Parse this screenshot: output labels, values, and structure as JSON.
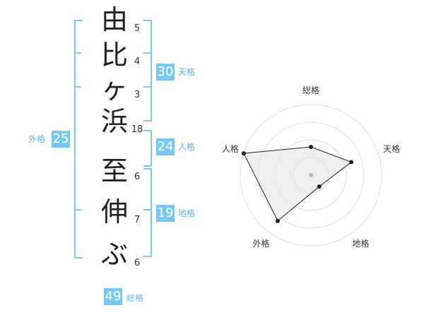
{
  "name": {
    "chars": [
      "由",
      "比",
      "ヶ",
      "浜",
      "至",
      "伸",
      "ぶ"
    ],
    "strokes": [
      "5",
      "4",
      "3",
      "18",
      "6",
      "7",
      "6"
    ]
  },
  "kaku": {
    "tenkaku": {
      "value": "30",
      "label": "天格"
    },
    "jinkaku": {
      "value": "24",
      "label": "人格"
    },
    "chikaku": {
      "value": "19",
      "label": "地格"
    },
    "gaikaku": {
      "value": "25",
      "label": "外格"
    },
    "soukaku": {
      "value": "49",
      "label": "総格"
    }
  },
  "chart_data": {
    "type": "radar",
    "axes": [
      "総格",
      "天格",
      "地格",
      "外格",
      "人格"
    ],
    "series": [
      {
        "values": [
          2,
          3,
          1,
          4,
          5
        ]
      }
    ],
    "rmax": 5,
    "rings": 4,
    "colors": {
      "line": "#222222",
      "fill": "#e5e5e5",
      "grid": "#dddddd",
      "point": "#222222",
      "center": "#bbbbbb"
    }
  }
}
